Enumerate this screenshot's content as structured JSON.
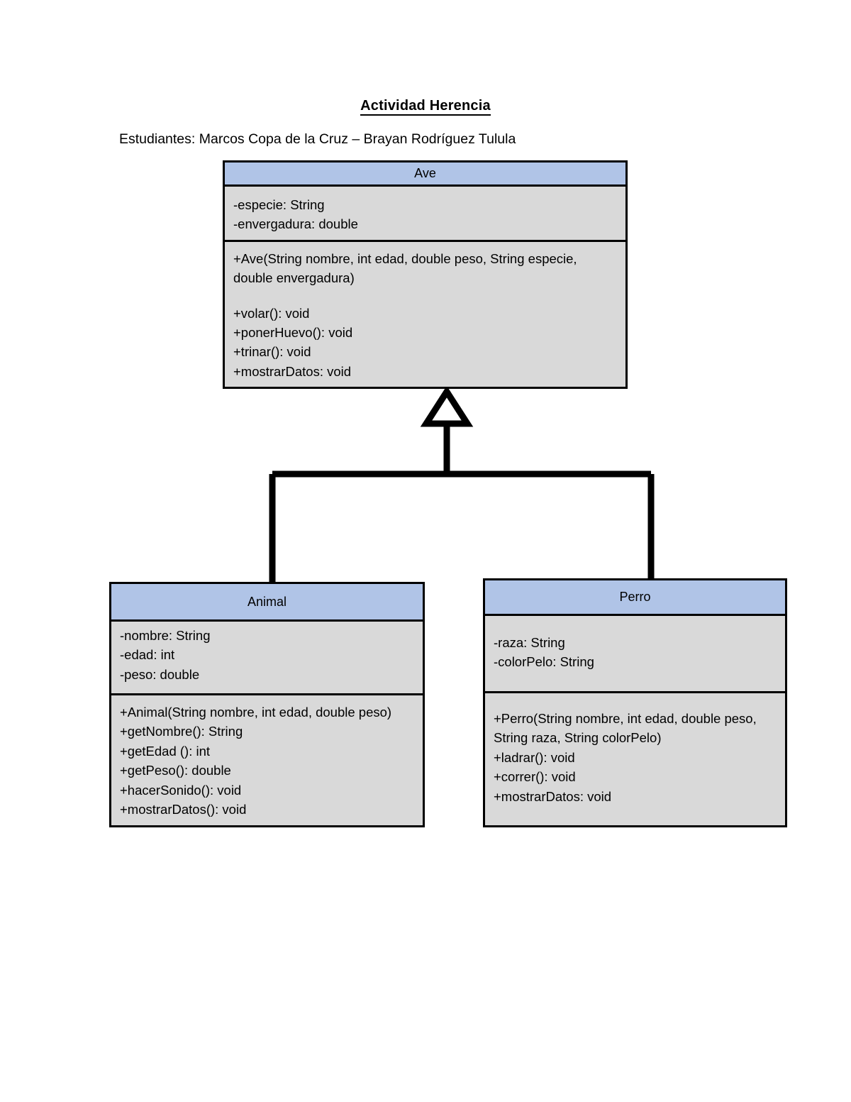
{
  "document": {
    "title": "Actividad Herencia",
    "subtitle": "Estudiantes: Marcos Copa de la Cruz – Brayan Rodríguez Tulula"
  },
  "colors": {
    "class_header_fill": "#B0C4E7",
    "class_body_fill": "#D9D9D9",
    "border": "#000000",
    "page_background": "#FFFFFF"
  },
  "diagram": {
    "type": "uml-class-diagram",
    "relationship": "generalization",
    "classes": [
      {
        "id": "ave",
        "name": "Ave",
        "attributes": [
          "-especie: String",
          "-envergadura: double"
        ],
        "methods": [
          "+Ave(String nombre, int edad, double peso, String especie, double envergadura)",
          "",
          "+volar(): void",
          "+ponerHuevo(): void",
          "+trinar(): void",
          "+mostrarDatos: void"
        ]
      },
      {
        "id": "animal",
        "name": "Animal",
        "attributes": [
          "-nombre: String",
          "-edad: int",
          "-peso: double"
        ],
        "methods": [
          "+Animal(String nombre, int edad, double peso)",
          "+getNombre(): String",
          "+getEdad (): int",
          "+getPeso(): double",
          "+hacerSonido(): void",
          "+mostrarDatos(): void"
        ]
      },
      {
        "id": "perro",
        "name": "Perro",
        "attributes": [
          "-raza: String",
          "-colorPelo: String"
        ],
        "methods": [
          "+Perro(String nombre, int edad, double peso, String raza, String colorPelo)",
          "+ladrar(): void",
          "+correr(): void",
          "+mostrarDatos: void"
        ]
      }
    ],
    "connections": [
      {
        "from": "animal",
        "to": "ave",
        "kind": "generalization"
      },
      {
        "from": "perro",
        "to": "ave",
        "kind": "generalization"
      }
    ]
  }
}
